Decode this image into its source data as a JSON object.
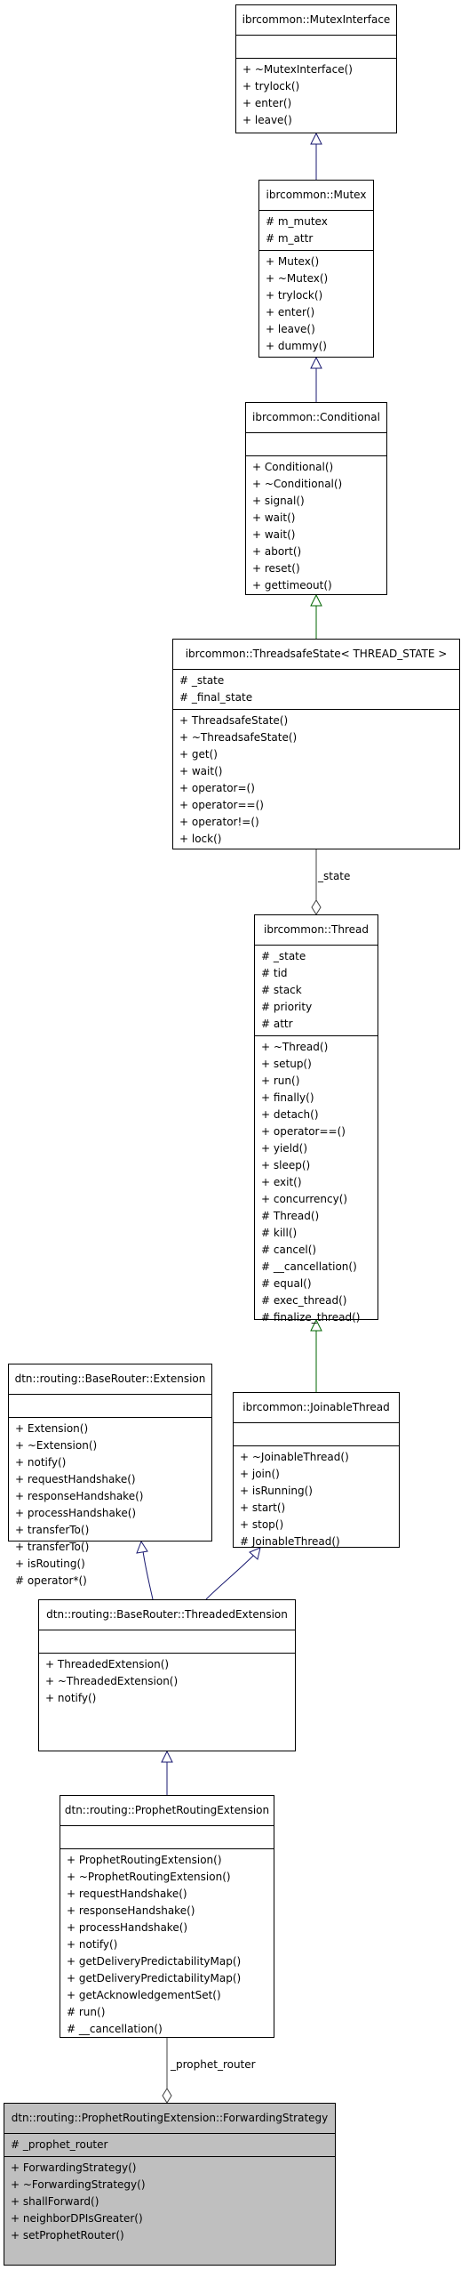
{
  "classes": [
    {
      "id": "mutexinterface",
      "name": "ibrcommon::MutexInterface",
      "attributes": [],
      "operations": [
        "+ ~MutexInterface()",
        "+ trylock()",
        "+ enter()",
        "+ leave()"
      ]
    },
    {
      "id": "mutex",
      "name": "ibrcommon::Mutex",
      "attributes": [
        "# m_mutex",
        "# m_attr"
      ],
      "operations": [
        "+ Mutex()",
        "+ ~Mutex()",
        "+ trylock()",
        "+ enter()",
        "+ leave()",
        "+ dummy()"
      ]
    },
    {
      "id": "conditional",
      "name": "ibrcommon::Conditional",
      "attributes": [],
      "operations": [
        "+ Conditional()",
        "+ ~Conditional()",
        "+ signal()",
        "+ wait()",
        "+ wait()",
        "+ abort()",
        "+ reset()",
        "+ gettimeout()"
      ]
    },
    {
      "id": "threadsafestate",
      "name": "ibrcommon::ThreadsafeState< THREAD_STATE >",
      "attributes": [
        "# _state",
        "# _final_state"
      ],
      "operations": [
        "+ ThreadsafeState()",
        "+ ~ThreadsafeState()",
        "+ get()",
        "+ wait()",
        "+ operator=()",
        "+ operator==()",
        "+ operator!=()",
        "+ lock()"
      ]
    },
    {
      "id": "thread",
      "name": "ibrcommon::Thread",
      "attributes": [
        "# _state",
        "# tid",
        "# stack",
        "# priority",
        "# attr"
      ],
      "operations": [
        "+ ~Thread()",
        "+ setup()",
        "+ run()",
        "+ finally()",
        "+ detach()",
        "+ operator==()",
        "+ yield()",
        "+ sleep()",
        "+ exit()",
        "+ concurrency()",
        "# Thread()",
        "# kill()",
        "# cancel()",
        "# __cancellation()",
        "# equal()",
        "# exec_thread()",
        "# finalize_thread()"
      ]
    },
    {
      "id": "extension",
      "name": "dtn::routing::BaseRouter::Extension",
      "attributes": [],
      "operations": [
        "+ Extension()",
        "+ ~Extension()",
        "+ notify()",
        "+ requestHandshake()",
        "+ responseHandshake()",
        "+ processHandshake()",
        "+ transferTo()",
        "+ transferTo()",
        "+ isRouting()",
        "# operator*()"
      ]
    },
    {
      "id": "joinablethread",
      "name": "ibrcommon::JoinableThread",
      "attributes": [],
      "operations": [
        "+ ~JoinableThread()",
        "+ join()",
        "+ isRunning()",
        "+ start()",
        "+ stop()",
        "# JoinableThread()"
      ]
    },
    {
      "id": "threadedextension",
      "name": "dtn::routing::BaseRouter::ThreadedExtension",
      "attributes": [],
      "operations": [
        "+ ThreadedExtension()",
        "+ ~ThreadedExtension()",
        "+ notify()"
      ]
    },
    {
      "id": "prophetroutingextension",
      "name": "dtn::routing::ProphetRoutingExtension",
      "attributes": [],
      "operations": [
        "+ ProphetRoutingExtension()",
        "+ ~ProphetRoutingExtension()",
        "+ requestHandshake()",
        "+ responseHandshake()",
        "+ processHandshake()",
        "+ notify()",
        "+ getDeliveryPredictabilityMap()",
        "+ getDeliveryPredictabilityMap()",
        "+ getAcknowledgementSet()",
        "# run()",
        "# __cancellation()"
      ]
    },
    {
      "id": "forwardingstrategy",
      "name": "dtn::routing::ProphetRoutingExtension::ForwardingStrategy",
      "attributes": [
        "# _prophet_router"
      ],
      "operations": [
        "+ ForwardingStrategy()",
        "+ ~ForwardingStrategy()",
        "+ shallForward()",
        "+ neighborDPIsGreater()",
        "+ setProphetRouter()"
      ]
    }
  ],
  "edge_labels": {
    "state": "_state",
    "prophet_router": "_prophet_router"
  },
  "colors": {
    "inheritance_public": "#191970",
    "inheritance_protected": "#006400",
    "usage": "#404040",
    "focus_fill": "#bfbfbf"
  }
}
